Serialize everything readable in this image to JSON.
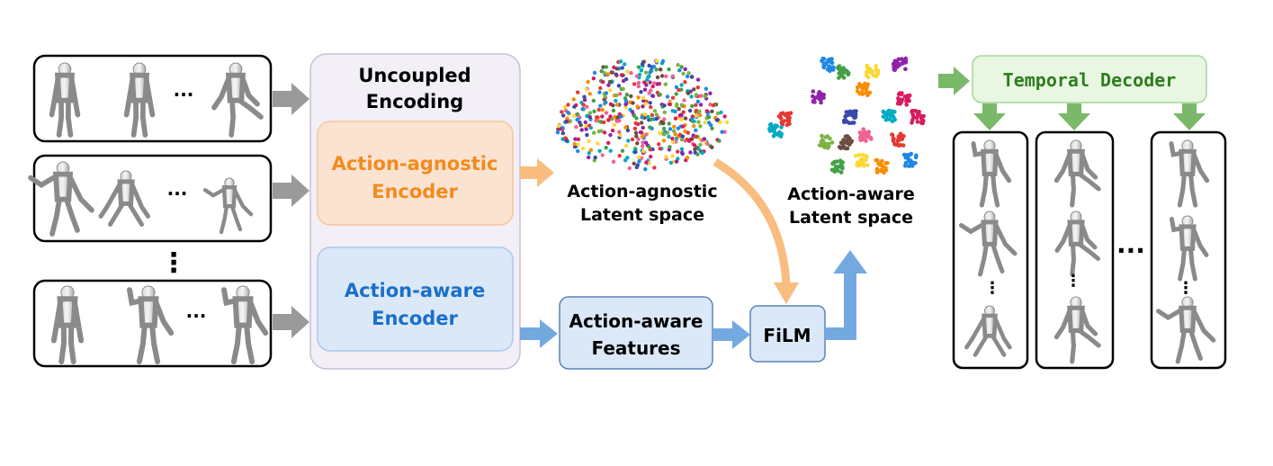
{
  "encoding": {
    "title_line1": "Uncoupled",
    "title_line2": "Encoding",
    "agnostic_encoder_line1": "Action-agnostic",
    "agnostic_encoder_line2": "Encoder",
    "aware_encoder_line1": "Action-aware",
    "aware_encoder_line2": "Encoder"
  },
  "input_sequences": {
    "ellipsis": "···",
    "vertical_ellipsis": "⋮"
  },
  "latent": {
    "agnostic_line1": "Action-agnostic",
    "agnostic_line2": "Latent space",
    "aware_line1": "Action-aware",
    "aware_line2": "Latent space"
  },
  "features": {
    "line1": "Action-aware",
    "line2": "Features"
  },
  "film": {
    "label": "FiLM"
  },
  "decoder": {
    "label": "Temporal Decoder",
    "ellipsis": "···",
    "vertical_ellipsis": "⋮"
  },
  "colors": {
    "orange": "#f28b1e",
    "blue": "#1a6fc9",
    "green": "#2e7d1e",
    "gray_arrow": "#9a9a9a",
    "orange_arrow": "#f8bd7f",
    "blue_arrow": "#74a9e0",
    "green_arrow": "#7ab86a",
    "cluster_colors": [
      "#e53935",
      "#1e88e5",
      "#43a047",
      "#fdd835",
      "#8e24aa",
      "#fb8c00",
      "#00acc1",
      "#d81b60",
      "#3949ab",
      "#7cb342",
      "#6d4c41",
      "#f06292"
    ]
  }
}
